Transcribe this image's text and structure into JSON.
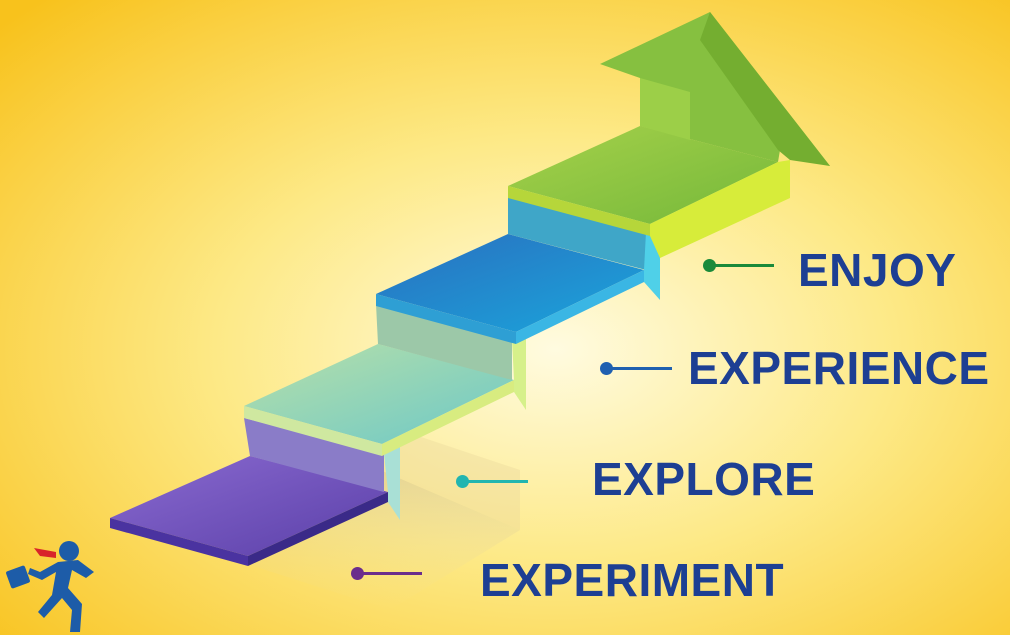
{
  "steps": [
    {
      "label": "EXPERIMENT",
      "color": "#6a4fb0",
      "marker": "#6b2d8c"
    },
    {
      "label": "EXPLORE",
      "color": "#a9d9a0",
      "marker": "#22b5b0"
    },
    {
      "label": "EXPERIENCE",
      "color": "#1e8fd0",
      "marker": "#1f60b0"
    },
    {
      "label": "ENJOY",
      "color": "#8cc63f",
      "marker": "#1a8a3a"
    }
  ],
  "colors": {
    "background": "#fbd12a",
    "background_center": "#fff6c9",
    "text": "#1d3f93",
    "arrow": "#8cc63f"
  },
  "icons": [
    "running-businessman-icon",
    "up-arrow-icon"
  ]
}
